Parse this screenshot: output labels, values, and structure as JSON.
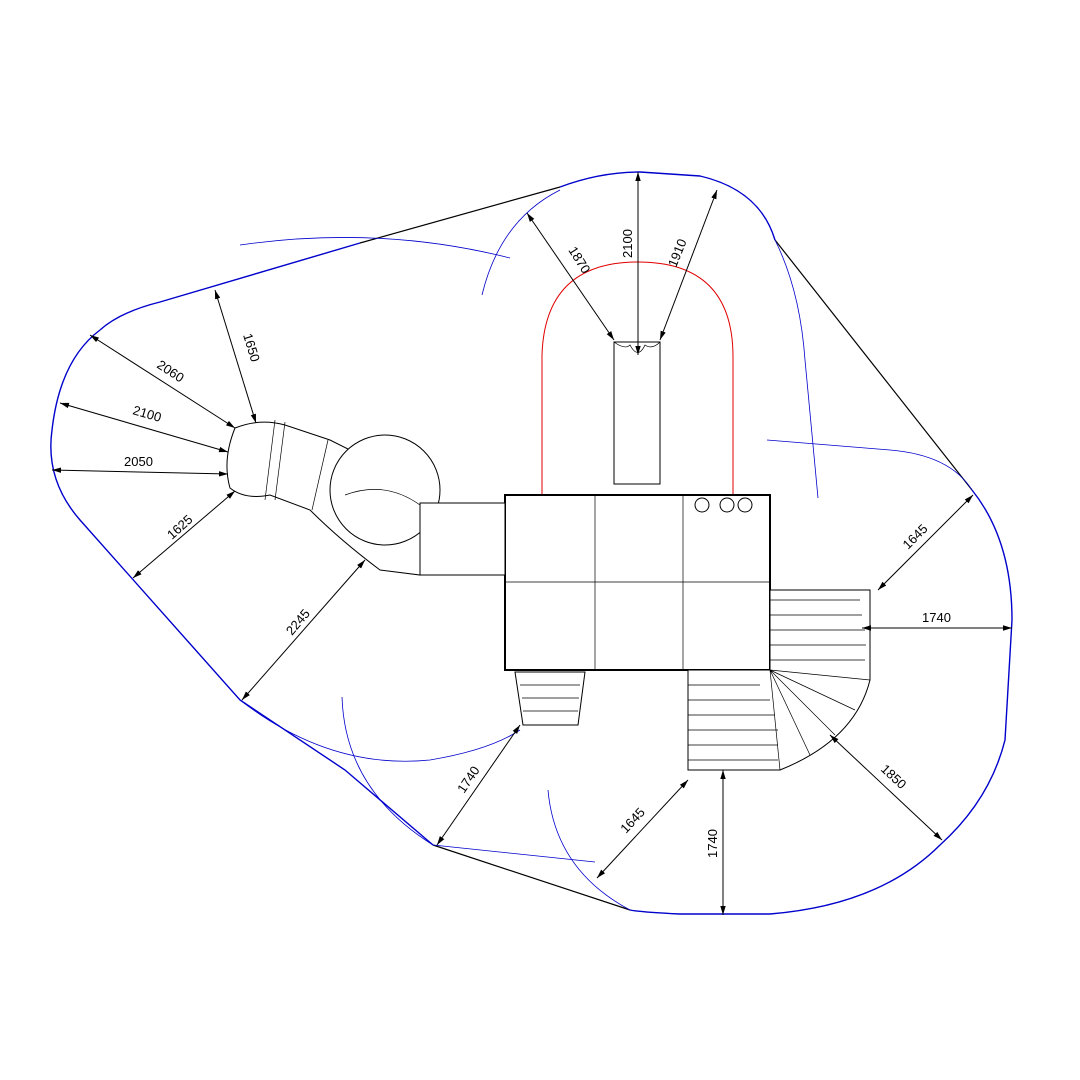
{
  "colors": {
    "safety_zone": "#0000cc",
    "slide_zone": "#e00000",
    "lines": "#000000"
  },
  "dimensions": {
    "top_center": "2100",
    "top_left": "1870",
    "top_right": "1910",
    "left_1": "1650",
    "left_2": "2060",
    "left_3": "2100",
    "left_4": "2050",
    "left_5": "1625",
    "left_lower": "2245",
    "bottom_left": "1740",
    "bottom_mid": "1645",
    "bottom_vertical": "1740",
    "bottom_right": "1850",
    "right_horizontal": "1740",
    "right_upper": "1645"
  }
}
